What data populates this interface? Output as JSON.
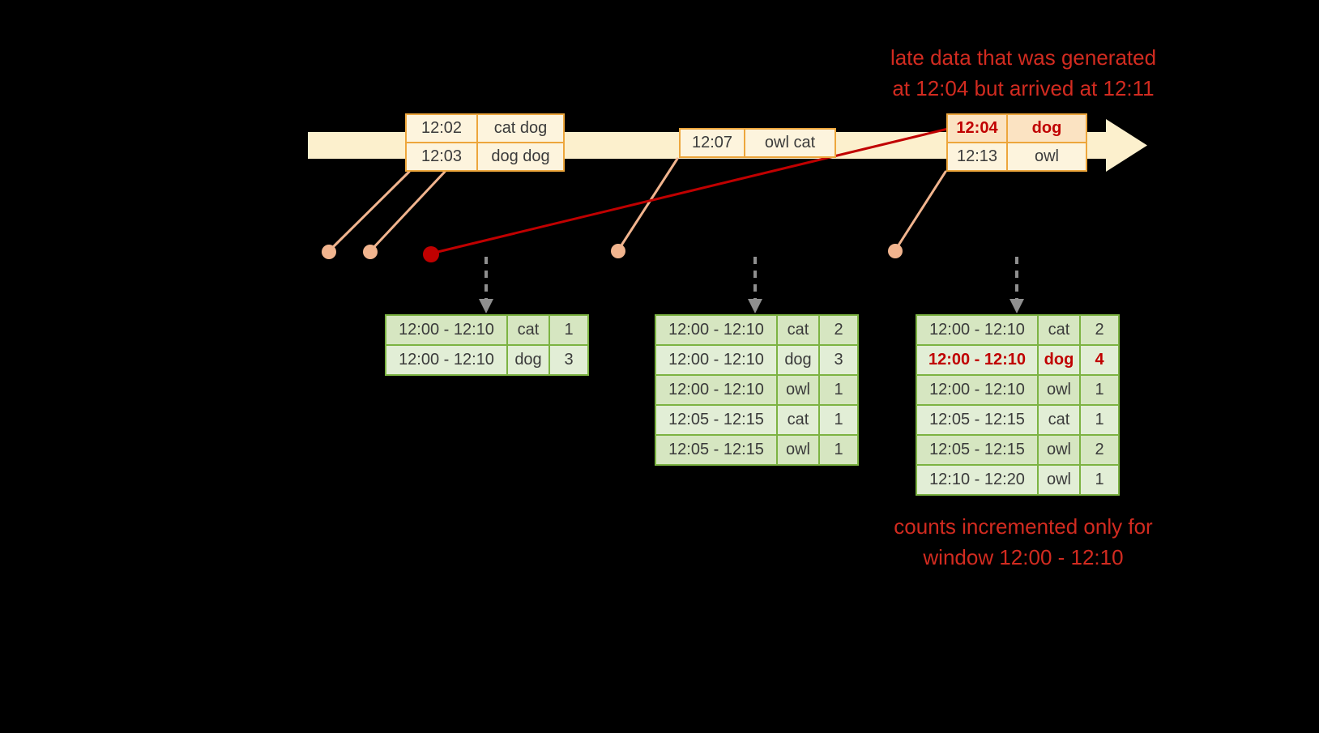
{
  "diagram": {
    "annotations": {
      "late_data": {
        "line1": "late data that was generated",
        "line2": "at 12:04 but arrived at 12:11"
      },
      "counts": {
        "line1": "counts incremented only for",
        "line2": "window 12:00 - 12:10"
      }
    },
    "event_groups": [
      {
        "rows": [
          {
            "time": "12:02",
            "words": "cat dog"
          },
          {
            "time": "12:03",
            "words": "dog dog"
          }
        ]
      },
      {
        "rows": [
          {
            "time": "12:07",
            "words": "owl cat"
          }
        ]
      },
      {
        "rows": [
          {
            "time": "12:04",
            "words": "dog",
            "late": true
          },
          {
            "time": "12:13",
            "words": "owl"
          }
        ]
      }
    ],
    "result_tables": [
      {
        "rows": [
          {
            "window": "12:00 - 12:10",
            "word": "cat",
            "count": "1"
          },
          {
            "window": "12:00 - 12:10",
            "word": "dog",
            "count": "3"
          }
        ]
      },
      {
        "rows": [
          {
            "window": "12:00 - 12:10",
            "word": "cat",
            "count": "2"
          },
          {
            "window": "12:00 - 12:10",
            "word": "dog",
            "count": "3"
          },
          {
            "window": "12:00 - 12:10",
            "word": "owl",
            "count": "1"
          },
          {
            "window": "12:05 - 12:15",
            "word": "cat",
            "count": "1"
          },
          {
            "window": "12:05 - 12:15",
            "word": "owl",
            "count": "1"
          }
        ]
      },
      {
        "rows": [
          {
            "window": "12:00 - 12:10",
            "word": "cat",
            "count": "2"
          },
          {
            "window": "12:00 - 12:10",
            "word": "dog",
            "count": "4",
            "highlight": true
          },
          {
            "window": "12:00 - 12:10",
            "word": "owl",
            "count": "1"
          },
          {
            "window": "12:05 - 12:15",
            "word": "cat",
            "count": "1"
          },
          {
            "window": "12:05 - 12:15",
            "word": "owl",
            "count": "2"
          },
          {
            "window": "12:10 - 12:20",
            "word": "owl",
            "count": "1"
          }
        ]
      }
    ],
    "colors": {
      "background": "#000000",
      "timeline_fill": "#fcf0cd",
      "event_border": "#eda63c",
      "event_fill": "#fdf4dd",
      "late_event_fill": "#fbe3c2",
      "connector": "#f1b48e",
      "late_red": "#c00000",
      "annotation_red": "#d22b20",
      "trigger_arrow_gray": "#8f8f8f",
      "table_border": "#7cb342",
      "row_dark": "#d6e6c1",
      "row_light": "#e2eed6"
    }
  }
}
